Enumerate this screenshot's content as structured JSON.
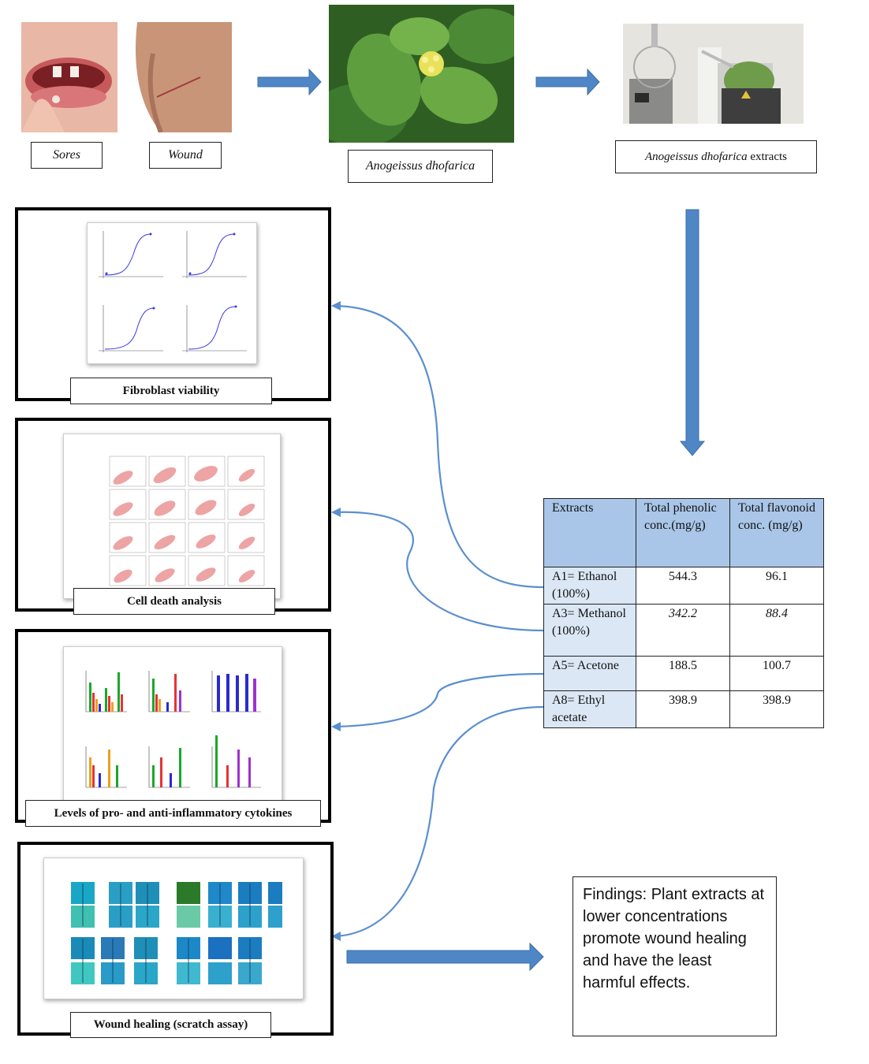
{
  "top_row": {
    "sores_label": "Sores",
    "wound_label": "Wound",
    "plant_label": "Anogeissus dhofarica",
    "extracts_label_italic": "Anogeissus dhofarica",
    "extracts_label_rest": " extracts"
  },
  "panels": {
    "fibroblast": "Fibroblast viability",
    "cell_death": "Cell death analysis",
    "cytokines": "Levels of pro- and anti-inflammatory cytokines",
    "wound_healing": "Wound healing (scratch assay)"
  },
  "table": {
    "headers": [
      "Extracts",
      "Total phenolic conc.(mg/g)",
      "Total flavonoid conc. (mg/g)"
    ],
    "rows": [
      {
        "name": "A1= Ethanol (100%)",
        "phenolic": "544.3",
        "flavonoid": "96.1"
      },
      {
        "name": "A3= Methanol (100%)",
        "phenolic": "342.2",
        "flavonoid": "88.4"
      },
      {
        "name": "A5= Acetone",
        "phenolic": "188.5",
        "flavonoid": "100.7"
      },
      {
        "name": "A8= Ethyl acetate",
        "phenolic": "398.9",
        "flavonoid": "398.9"
      }
    ]
  },
  "findings": "Findings: Plant extracts at lower concentrations promote wound healing and have the least harmful effects.",
  "colors": {
    "arrow_fill": "#4f86c6",
    "arrow_stroke": "#3a6ea5",
    "curve": "#5b8fd0",
    "table_header": "#a9c6e8",
    "table_first_col": "#dbe7f5"
  }
}
